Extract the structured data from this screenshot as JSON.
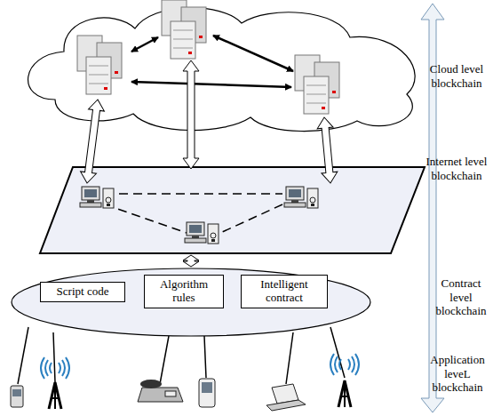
{
  "diagram": {
    "nodes": [
      {
        "text": [
          "Script code"
        ]
      },
      {
        "text": [
          "Algorithm rules"
        ]
      },
      {
        "text": [
          "Intelligent contract"
        ]
      }
    ],
    "labels": [
      "Cloud level blockchain",
      "Internet level blockchain",
      "Contract level blockchain",
      "Application leveL blockchain"
    ]
  }
}
